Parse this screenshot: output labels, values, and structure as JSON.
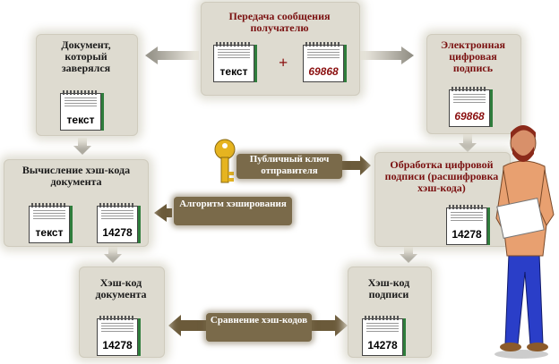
{
  "boxes": {
    "transmit": "Передача сообщения получателю",
    "document": "Документ, который заверялся",
    "signature": "Электронная цифровая подпись",
    "hash_calc": "Вычисление хэш-кода документа",
    "processing": "Обработка цифровой подписи (расшифровка хэш-кода)",
    "doc_hash": "Хэш-код документа",
    "sig_hash": "Хэш-код подписи"
  },
  "labels": {
    "public_key": "Публичный ключ",
    "public_key_cut": "отправителя",
    "hash_algo": "Алгоритм хэширования",
    "compare": "Сравнение хэш-кодов",
    "plus": "+"
  },
  "docs": {
    "text": "текст",
    "signature_code": "69868",
    "hash_code": "14278"
  },
  "colors": {
    "box": "#dedbd0",
    "dark_title": "#1a1a1a",
    "red_title": "#7a1010",
    "pill": "#7a6a4a",
    "doc_accent": "#2f7d3c"
  }
}
